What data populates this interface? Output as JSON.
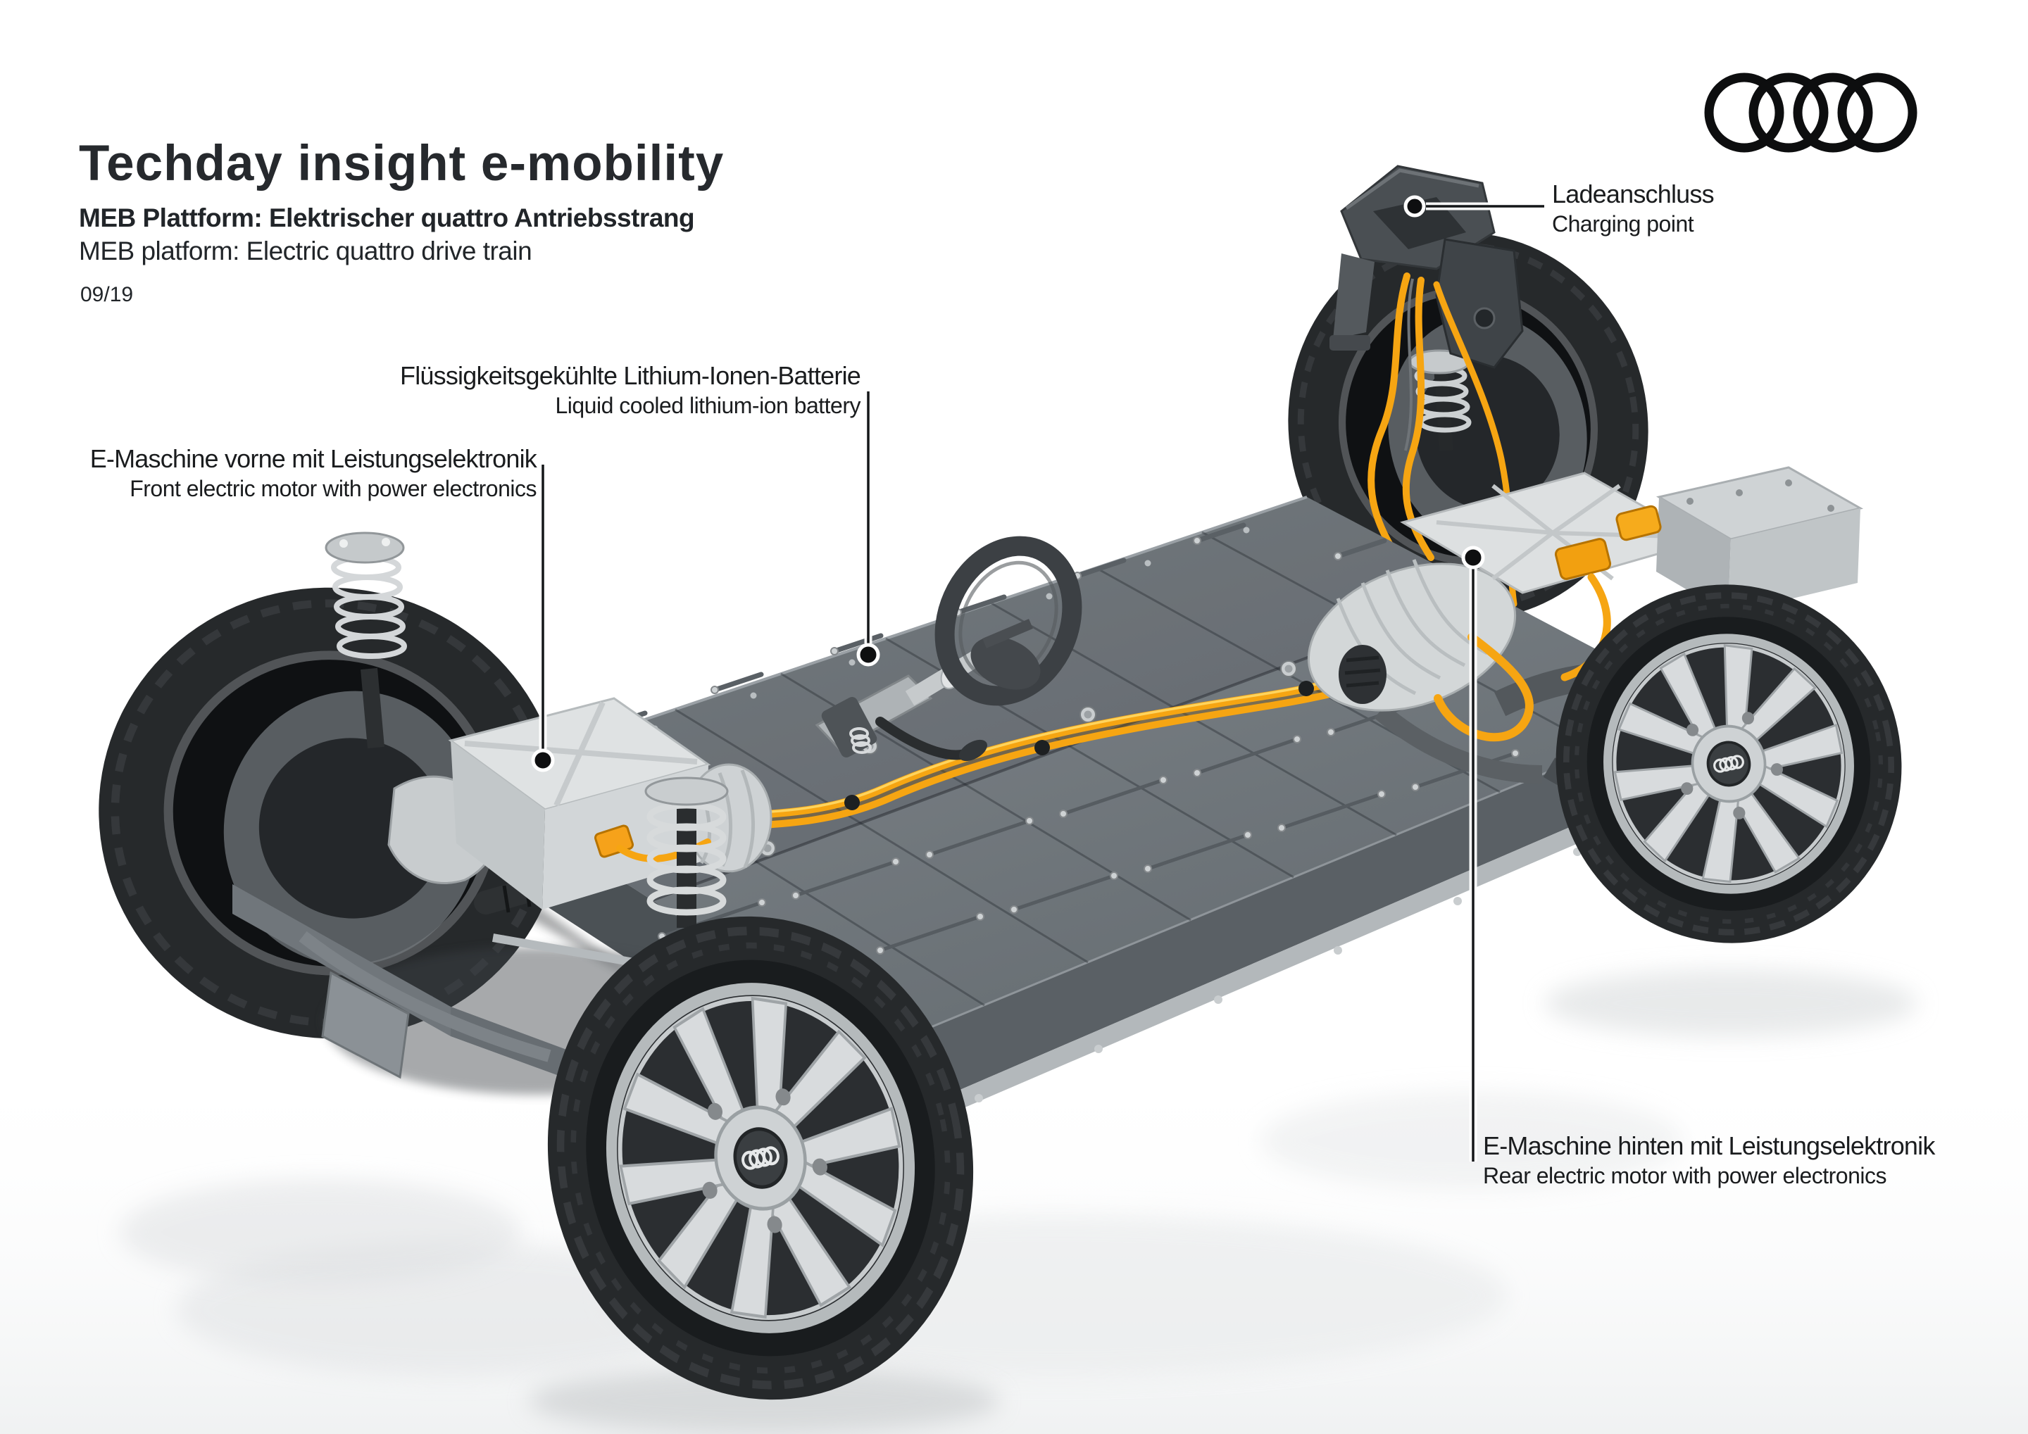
{
  "header": {
    "title": "Techday insight e-mobility",
    "subtitle_de": "MEB Plattform: Elektrischer quattro Antriebsstrang",
    "subtitle_en": "MEB platform: Electric quattro drive train",
    "date": "09/19"
  },
  "logo": {
    "icon": "audi-rings-icon",
    "rings": 4
  },
  "annotations": {
    "charging_point": {
      "de": "Ladeanschluss",
      "en": "Charging point"
    },
    "battery": {
      "de": "Flüssigkeitsgekühlte Lithium-Ionen-Batterie",
      "en": "Liquid cooled lithium-ion battery"
    },
    "front_motor": {
      "de": "E-Maschine vorne mit Leistungselektronik",
      "en": "Front electric motor with power electronics"
    },
    "rear_motor": {
      "de": "E-Maschine hinten mit Leistungselektronik",
      "en": "Rear electric motor with power electronics"
    }
  },
  "illustration": {
    "subject": "MEB platform chassis with battery, front and rear electric motors, charging point and quattro drive train"
  },
  "colors": {
    "background": "#ffffff",
    "text": "#1b1d1f",
    "accent_cable_orange": "#f6a512",
    "battery_gray": "#757c81",
    "battery_side_gray": "#4b5155",
    "tire_black": "#26292b",
    "rim_silver": "#d8dbdd",
    "motor_silver": "#dfe2e3",
    "logo_black": "#0d0e0f",
    "leader_line": "#141618"
  }
}
